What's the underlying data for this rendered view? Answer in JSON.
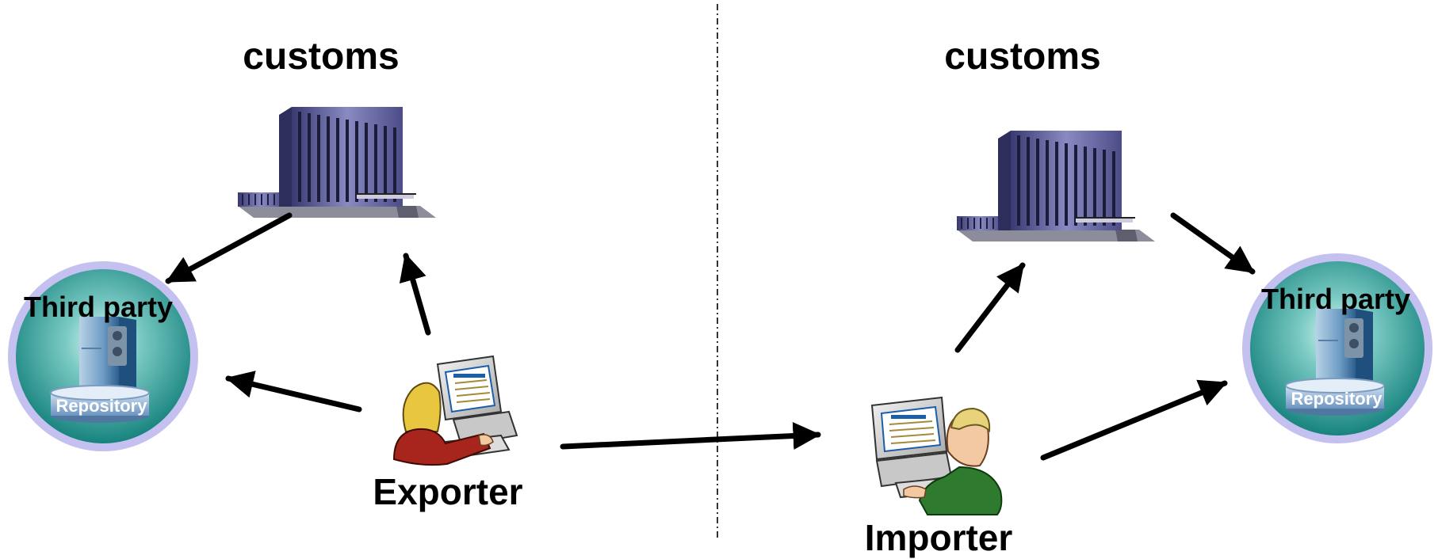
{
  "diagram": {
    "left": {
      "customs_label": "customs",
      "third_party_label": "Third party",
      "repository_label": "Repository",
      "actor_label": "Exporter"
    },
    "right": {
      "customs_label": "customs",
      "third_party_label": "Third party",
      "repository_label": "Repository",
      "actor_label": "Importer"
    },
    "colors": {
      "arrow": "#000000",
      "circle_ring": "#c4c0f0",
      "circle_inner": "#1a9a92",
      "building": "#6a6aa6",
      "exporter_shirt": "#a8251d",
      "importer_shirt": "#2e7a2e",
      "hair": "#e8c640"
    },
    "icons": [
      "building-icon",
      "server-icon",
      "database-icon",
      "person-at-computer-icon"
    ]
  }
}
